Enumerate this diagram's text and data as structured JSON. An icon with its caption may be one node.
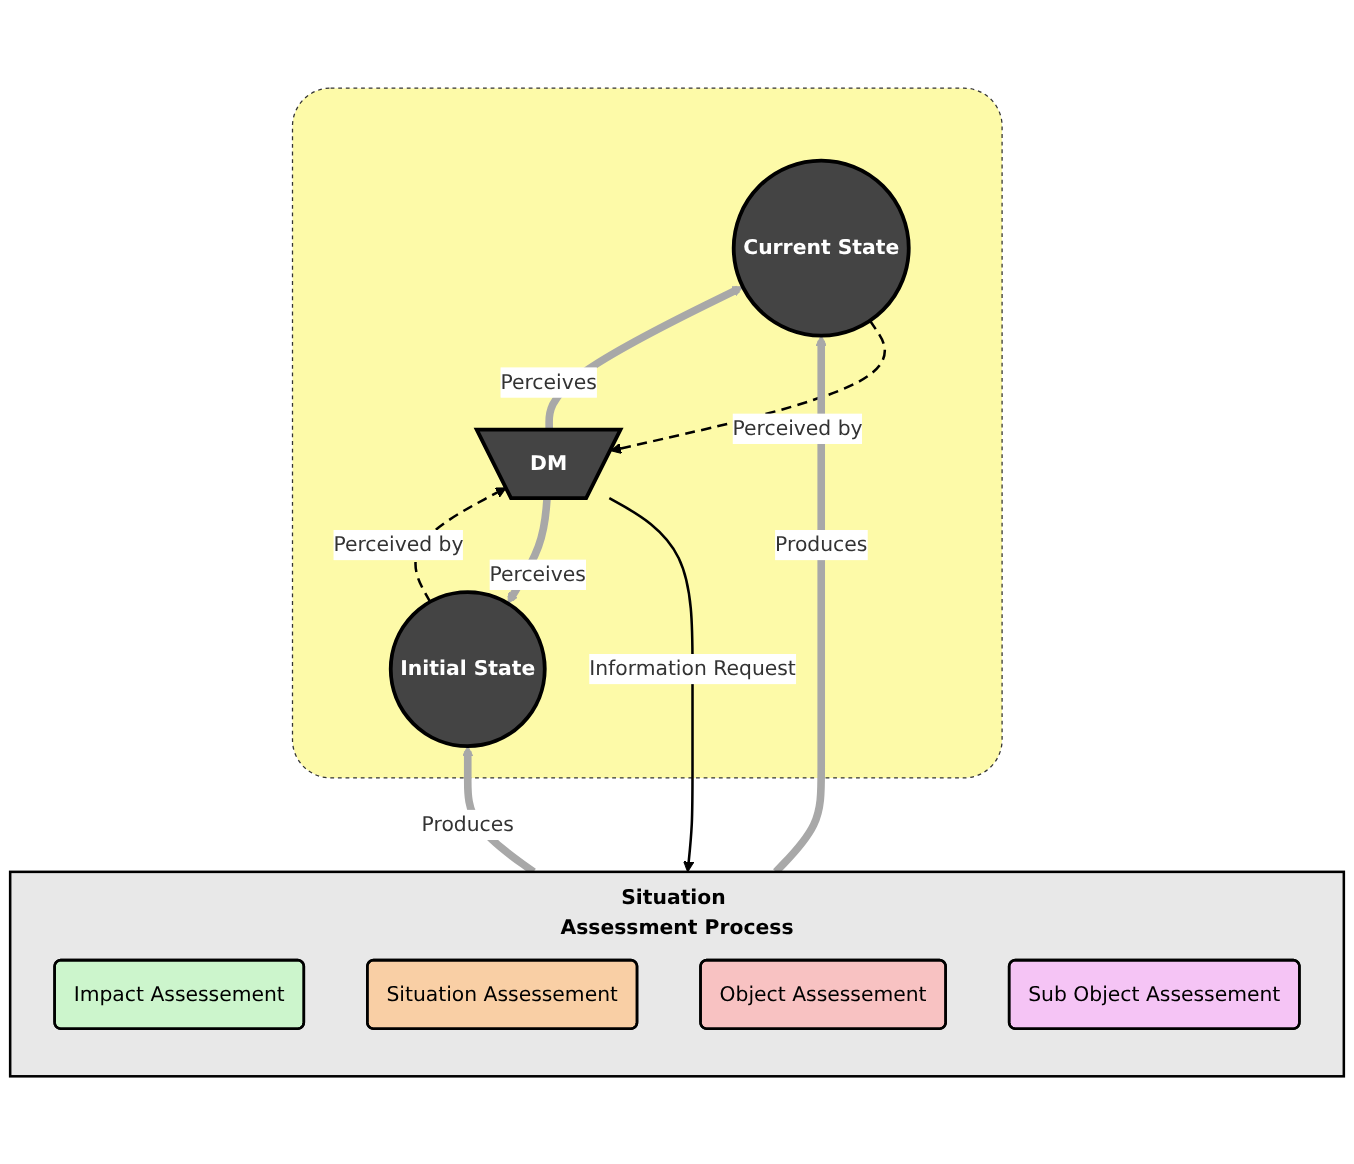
{
  "diagram": {
    "nodes": [
      {
        "text": [],
        "shape": "box"
      },
      {
        "text": [
          "Initial State"
        ],
        "in": 0
      },
      {
        "text": [
          "DM"
        ],
        "in": 0
      },
      {
        "text": [
          "Current State"
        ],
        "in": 0
      },
      {
        "text": [
          "Situation Assessment Process"
        ]
      },
      {
        "text": [
          "Impact Assessement"
        ],
        "in": 4
      },
      {
        "text": [
          "Situation Assessement"
        ],
        "in": 4
      },
      {
        "text": [
          "Object Assessement"
        ],
        "in": 4
      },
      {
        "text": [
          "Sub Object Assessement"
        ],
        "in": 4
      }
    ],
    "edges": [
      {
        "from": 1,
        "to": 2,
        "arrow": "to",
        "label": "Perceived by",
        "style": "dashed",
        "color": "#000000"
      },
      {
        "from": 3,
        "to": 2,
        "arrow": "to",
        "label": "Perceived by",
        "style": "dashed",
        "color": "#000000"
      },
      {
        "from": 2,
        "to": 1,
        "arrow": "to",
        "label": "Perceives"
      },
      {
        "from": 2,
        "to": 3,
        "arrow": "to",
        "label": "Perceives"
      },
      {
        "from": 2,
        "to": 4,
        "arrow": "to",
        "label": "Information Request",
        "color": "#000000"
      },
      {
        "from": 4,
        "to": 1,
        "arrow": "to",
        "label": "Produces"
      },
      {
        "from": 4,
        "to": 3,
        "arrow": "to",
        "label": "Produces"
      }
    ]
  }
}
